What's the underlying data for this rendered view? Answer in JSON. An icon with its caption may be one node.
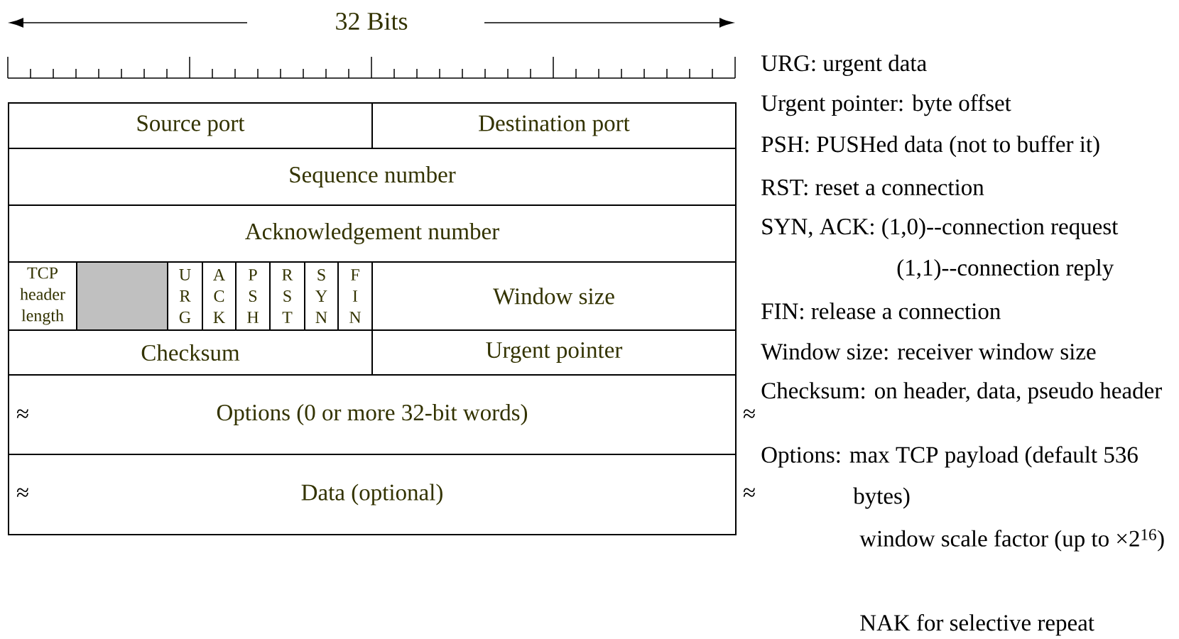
{
  "diagram": {
    "nodes": [
      {
        "text": [
          "Source port"
        ]
      },
      {
        "text": [
          "Destination port"
        ]
      },
      {
        "text": [
          "Sequence number"
        ]
      },
      {
        "text": [
          "Acknowledgement number"
        ]
      },
      {
        "text": [
          "TCP header length"
        ]
      },
      {
        "text": [],
        "shape": "box"
      },
      {
        "text": [
          "U",
          "R",
          "G"
        ]
      },
      {
        "text": [
          "A",
          "C",
          "K"
        ]
      },
      {
        "text": [
          "P",
          "S",
          "H"
        ]
      },
      {
        "text": [
          "R",
          "S",
          "T"
        ]
      },
      {
        "text": [
          "S",
          "Y",
          "N"
        ]
      },
      {
        "text": [
          "F",
          "I",
          "N"
        ]
      },
      {
        "text": [
          "Window size"
        ]
      },
      {
        "text": [
          "Checksum"
        ]
      },
      {
        "text": [
          "Urgent pointer"
        ]
      },
      {
        "text": [
          "Options (0 or more 32-bit words)"
        ]
      },
      {
        "text": [
          "Data (optional)"
        ]
      }
    ],
    "labels": [
      "32 Bits",
      "URG: urgent data",
      "Urgent pointer: byte offset",
      "PSH: PUSHed data (not to buffer it)",
      "RST: reset a connection",
      "SYN, ACK: (1,0)--connection request",
      "(1,1)--connection reply",
      "FIN: release a connection",
      "Window size: receiver window size",
      "≈",
      "≈",
      "Checksum: on header, data, pseudo header",
      "Options: max TCP payload (default 536 bytes)",
      "≈",
      "≈",
      "window scale factor (up to ×2$^{16}$)",
      "NAK for selective repeat"
    ]
  }
}
